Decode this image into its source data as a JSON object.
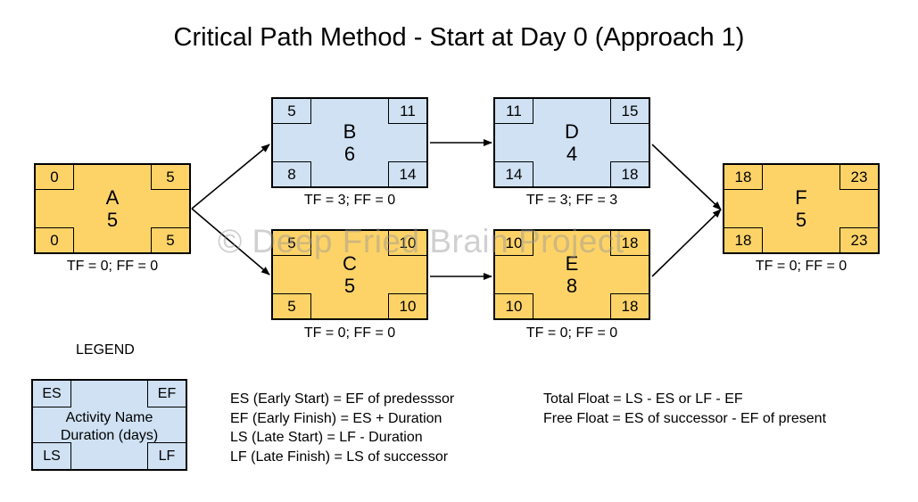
{
  "title": "Critical Path Method - Start at Day 0 (Approach 1)",
  "watermark": "© Deep Fried Brain Project",
  "colors": {
    "critical": "#fdd368",
    "non_critical": "#cfe1f3",
    "border": "#000000",
    "watermark": "#b4b4b4"
  },
  "nodes": {
    "A": {
      "name": "A",
      "duration": "5",
      "es": "0",
      "ef": "5",
      "ls": "0",
      "lf": "5",
      "floats": "TF = 0; FF = 0",
      "critical": true
    },
    "B": {
      "name": "B",
      "duration": "6",
      "es": "5",
      "ef": "11",
      "ls": "8",
      "lf": "14",
      "floats": "TF = 3; FF = 0",
      "critical": false
    },
    "C": {
      "name": "C",
      "duration": "5",
      "es": "5",
      "ef": "10",
      "ls": "5",
      "lf": "10",
      "floats": "TF = 0; FF = 0",
      "critical": true
    },
    "D": {
      "name": "D",
      "duration": "4",
      "es": "11",
      "ef": "15",
      "ls": "14",
      "lf": "18",
      "floats": "TF = 3; FF = 3",
      "critical": false
    },
    "E": {
      "name": "E",
      "duration": "8",
      "es": "10",
      "ef": "18",
      "ls": "10",
      "lf": "18",
      "floats": "TF = 0; FF = 0",
      "critical": true
    },
    "F": {
      "name": "F",
      "duration": "5",
      "es": "18",
      "ef": "23",
      "ls": "18",
      "lf": "23",
      "floats": "TF = 0; FF = 0",
      "critical": true
    }
  },
  "edges": [
    {
      "from": "A",
      "to": "B"
    },
    {
      "from": "A",
      "to": "C"
    },
    {
      "from": "B",
      "to": "D"
    },
    {
      "from": "C",
      "to": "E"
    },
    {
      "from": "D",
      "to": "F"
    },
    {
      "from": "E",
      "to": "F"
    }
  ],
  "legend": {
    "title": "LEGEND",
    "es": "ES",
    "ef": "EF",
    "ls": "LS",
    "lf": "LF",
    "line1": "Activity Name",
    "line2": "Duration (days)"
  },
  "definitions": [
    "ES (Early Start) = EF of predesssor",
    "EF (Early Finish) = ES + Duration",
    "LS (Late Start) = LF - Duration",
    "LF (Late Finish) = LS of successor"
  ],
  "float_definitions": [
    "Total Float = LS - ES or LF - EF",
    "Free Float = ES of successor - EF of present"
  ]
}
